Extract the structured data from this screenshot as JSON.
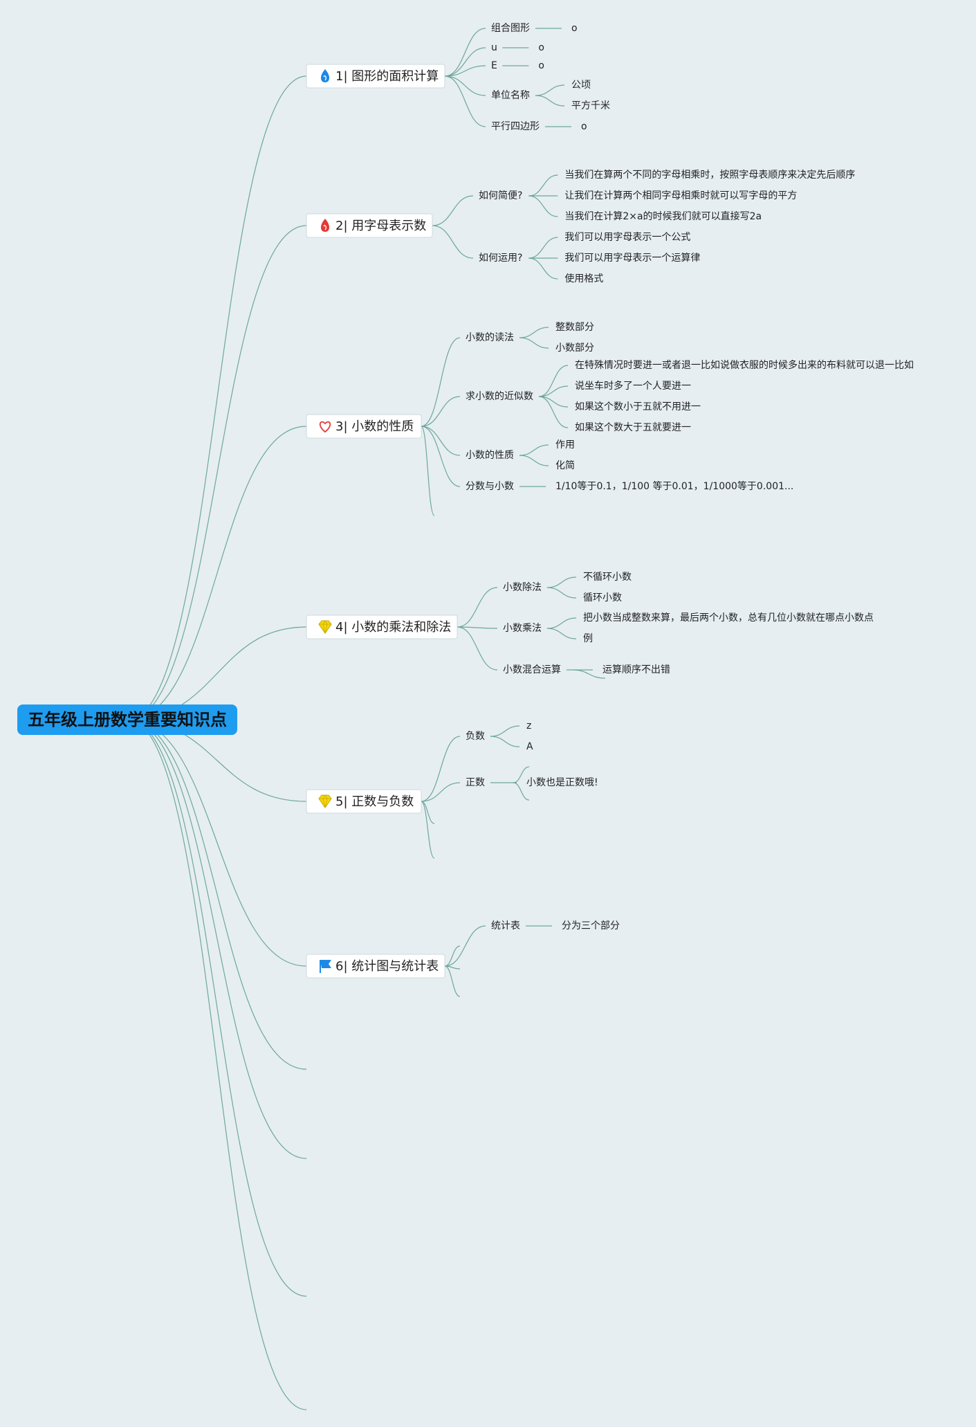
{
  "root": {
    "label": "五年级上册数学重要知识点",
    "color": "#1e9cf0"
  },
  "branches": [
    {
      "label": "1| 图形的面积计算",
      "icon": "water-drop-icon",
      "icon_color": "#1e88e5",
      "children": [
        {
          "label": "组合图形",
          "children": [
            {
              "label": "o"
            }
          ]
        },
        {
          "label": "u",
          "children": [
            {
              "label": "o"
            }
          ]
        },
        {
          "label": "E",
          "children": [
            {
              "label": "o"
            }
          ]
        },
        {
          "label": "单位名称",
          "children": [
            {
              "label": "公顷"
            },
            {
              "label": "平方千米"
            }
          ]
        },
        {
          "label": "平行四边形",
          "children": [
            {
              "label": "o"
            }
          ]
        }
      ]
    },
    {
      "label": "2| 用字母表示数",
      "icon": "fire-icon",
      "icon_color": "#e53935",
      "children": [
        {
          "label": "如何简便?",
          "children": [
            {
              "label": "当我们在算两个不同的字母相乘时，按照字母表顺序来决定先后顺序"
            },
            {
              "label": "让我们在计算两个相同字母相乘时就可以写字母的平方"
            },
            {
              "label": "当我们在计算2×a的时候我们就可以直接写2a"
            }
          ]
        },
        {
          "label": "如何运用?",
          "children": [
            {
              "label": "我们可以用字母表示一个公式"
            },
            {
              "label": "我们可以用字母表示一个运算律"
            },
            {
              "label": "使用格式"
            }
          ]
        }
      ]
    },
    {
      "label": "3| 小数的性质",
      "icon": "heart-icon",
      "icon_color": "#e53935",
      "children": [
        {
          "label": "小数的读法",
          "children": [
            {
              "label": "整数部分"
            },
            {
              "label": "小数部分"
            }
          ]
        },
        {
          "label": "求小数的近似数",
          "children": [
            {
              "label": "在特殊情况时要进一或者退一比如说做衣服的时候多出来的布料就可以退一比如"
            },
            {
              "label": "说坐车时多了一个人要进一"
            },
            {
              "label": "如果这个数小于五就不用进一"
            },
            {
              "label": "如果这个数大于五就要进一"
            }
          ]
        },
        {
          "label": "小数的性质",
          "children": [
            {
              "label": "作用"
            },
            {
              "label": "化简"
            }
          ]
        },
        {
          "label": "分数与小数",
          "children": [
            {
              "label": "1/10等于0.1，1/100 等于0.01，1/1000等于0.001..."
            }
          ]
        }
      ]
    },
    {
      "label": "4| 小数的乘法和除法",
      "icon": "diamond-icon",
      "icon_color": "#f5d90a",
      "children": [
        {
          "label": "小数除法",
          "children": [
            {
              "label": "不循环小数"
            },
            {
              "label": "循环小数"
            }
          ]
        },
        {
          "label": "小数乘法",
          "children": [
            {
              "label": "把小数当成整数来算，最后两个小数，总有几位小数就在哪点小数点"
            },
            {
              "label": "例"
            }
          ]
        },
        {
          "label": "小数混合运算",
          "children": [
            {
              "label": "运算顺序不出错"
            }
          ]
        }
      ]
    },
    {
      "label": "5| 正数与负数",
      "icon": "diamond-icon",
      "icon_color": "#f5d90a",
      "children": [
        {
          "label": "负数",
          "children": [
            {
              "label": "z"
            },
            {
              "label": "A"
            }
          ]
        },
        {
          "label": "正数",
          "children": [
            {
              "label": "小数也是正数哦!"
            }
          ]
        }
      ]
    },
    {
      "label": "6| 统计图与统计表",
      "icon": "flag-icon",
      "icon_color": "#1e88e5",
      "children": [
        {
          "label": "统计表",
          "children": [
            {
              "label": "分为三个部分"
            }
          ]
        }
      ]
    }
  ],
  "colors": {
    "background": "#e6eef2",
    "edge": "#6da79a",
    "node_fill": "#ffffff",
    "node_border": "#cfd8dc"
  }
}
